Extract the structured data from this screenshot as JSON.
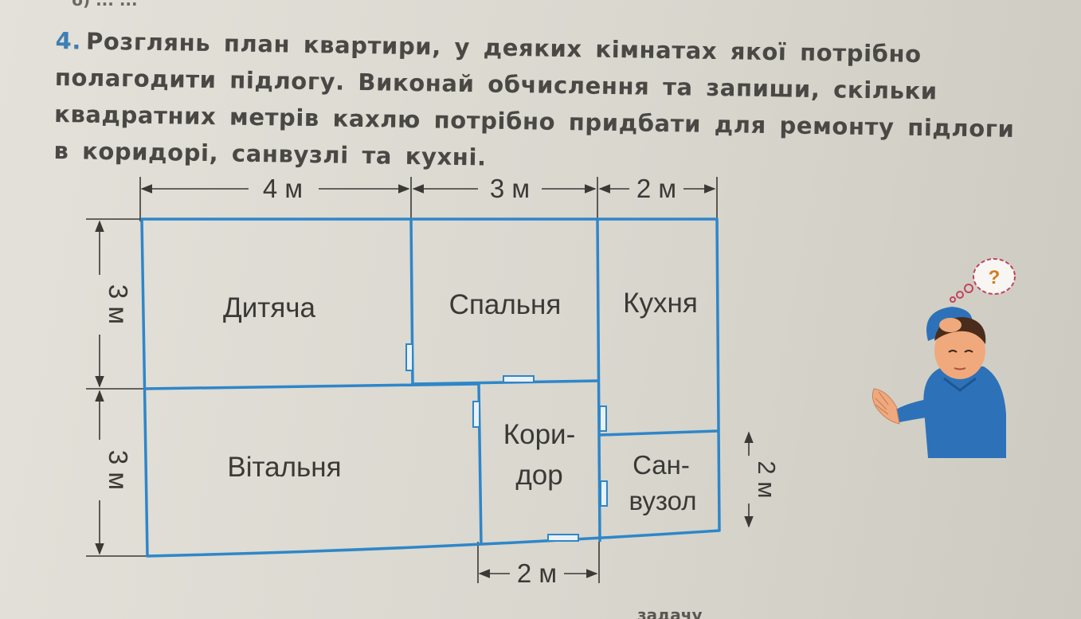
{
  "header_fragment": "б) ... ...",
  "task": {
    "number": "4.",
    "text": "Розглянь план квартири, у деяких кімнатах якої потрібно полагодити підлогу. Виконай обчислення та запиши, скільки квадратних метрів кахлю потрібно придбати для ремонту підлоги в коридорі, санвузлі та кухні."
  },
  "plan": {
    "dimensions": {
      "top_1": "4 м",
      "top_2": "3 м",
      "top_3": "2 м",
      "left_upper": "3 м",
      "left_lower": "3 м",
      "right": "2 м",
      "bottom": "2 м"
    },
    "rooms": {
      "nursery": "Дитяча",
      "bedroom": "Спальня",
      "kitchen": "Кухня",
      "living_room": "Вітальня",
      "corridor_line1": "Кори-",
      "corridor_line2": "дор",
      "bathroom_line1": "Сан-",
      "bathroom_line2": "вузол"
    },
    "wall_color": "#2f86c9"
  },
  "illustration": {
    "thought_bubble": "?",
    "icon": "thinking-boy-icon"
  },
  "footer_fragment": "задачу"
}
